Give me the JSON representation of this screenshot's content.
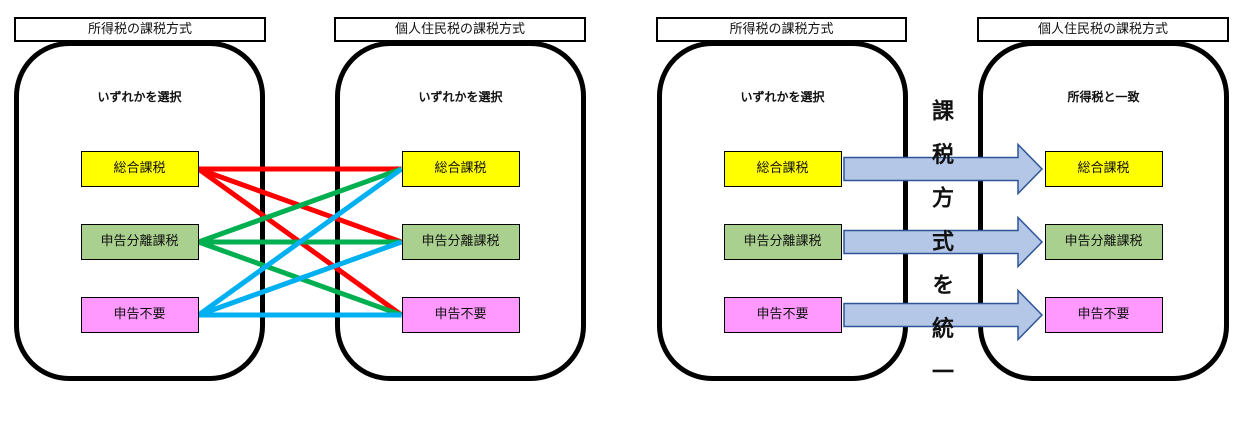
{
  "diagrams": [
    {
      "income_tax": {
        "header": "所得税の課税方式",
        "caption": "いずれかを選択",
        "options": [
          {
            "label": "総合課税",
            "color": "#ffff00"
          },
          {
            "label": "申告分離課税",
            "color": "#a9d08e"
          },
          {
            "label": "申告不要",
            "color": "#ff99ff"
          }
        ]
      },
      "resident_tax": {
        "header": "個人住民税の課税方式",
        "caption": "いずれかを選択",
        "options": [
          {
            "label": "総合課税",
            "color": "#ffff00"
          },
          {
            "label": "申告分離課税",
            "color": "#a9d08e"
          },
          {
            "label": "申告不要",
            "color": "#ff99ff"
          }
        ]
      },
      "connections": [
        {
          "from": 0,
          "to": 0,
          "color": "#ff0000"
        },
        {
          "from": 0,
          "to": 1,
          "color": "#ff0000"
        },
        {
          "from": 0,
          "to": 2,
          "color": "#ff0000"
        },
        {
          "from": 1,
          "to": 0,
          "color": "#00b050"
        },
        {
          "from": 1,
          "to": 1,
          "color": "#00b050"
        },
        {
          "from": 1,
          "to": 2,
          "color": "#00b050"
        },
        {
          "from": 2,
          "to": 0,
          "color": "#00b0f0"
        },
        {
          "from": 2,
          "to": 1,
          "color": "#00b0f0"
        },
        {
          "from": 2,
          "to": 2,
          "color": "#00b0f0"
        }
      ]
    },
    {
      "income_tax": {
        "header": "所得税の課税方式",
        "caption": "いずれかを選択",
        "options": [
          {
            "label": "総合課税",
            "color": "#ffff00"
          },
          {
            "label": "申告分離課税",
            "color": "#a9d08e"
          },
          {
            "label": "申告不要",
            "color": "#ff99ff"
          }
        ]
      },
      "resident_tax": {
        "header": "個人住民税の課税方式",
        "caption": "所得税と一致",
        "options": [
          {
            "label": "総合課税",
            "color": "#ffff00"
          },
          {
            "label": "申告分離課税",
            "color": "#a9d08e"
          },
          {
            "label": "申告不要",
            "color": "#ff99ff"
          }
        ]
      },
      "arrow_style": {
        "fill": "#b4c7e7",
        "stroke": "#2f5597"
      },
      "center_label": "課税方式を統一"
    }
  ]
}
